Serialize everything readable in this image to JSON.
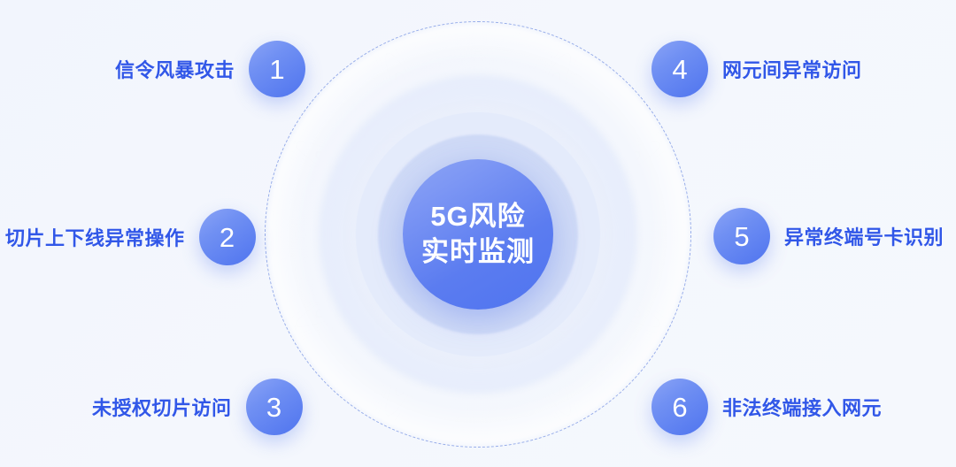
{
  "theme": {
    "background": "#f3f6fd",
    "accent": "#4f74ef",
    "label_color": "#3157e8",
    "ring_dashed_color": "#8fa6e8",
    "ring_mid_color": "#e4eafb",
    "ring_inner_color": "#ccd8f6",
    "badge_text_color": "#ffffff"
  },
  "center": {
    "line1": "5G风险",
    "line2": "实时监测"
  },
  "nodes": [
    {
      "number": "1",
      "label": "信令风暴攻击",
      "side": "left"
    },
    {
      "number": "2",
      "label": "切片上下线异常操作",
      "side": "left"
    },
    {
      "number": "3",
      "label": "未授权切片访问",
      "side": "left"
    },
    {
      "number": "4",
      "label": "网元间异常访问",
      "side": "right"
    },
    {
      "number": "5",
      "label": "异常终端号卡识别",
      "side": "right"
    },
    {
      "number": "6",
      "label": "非法终端接入网元",
      "side": "right"
    }
  ]
}
